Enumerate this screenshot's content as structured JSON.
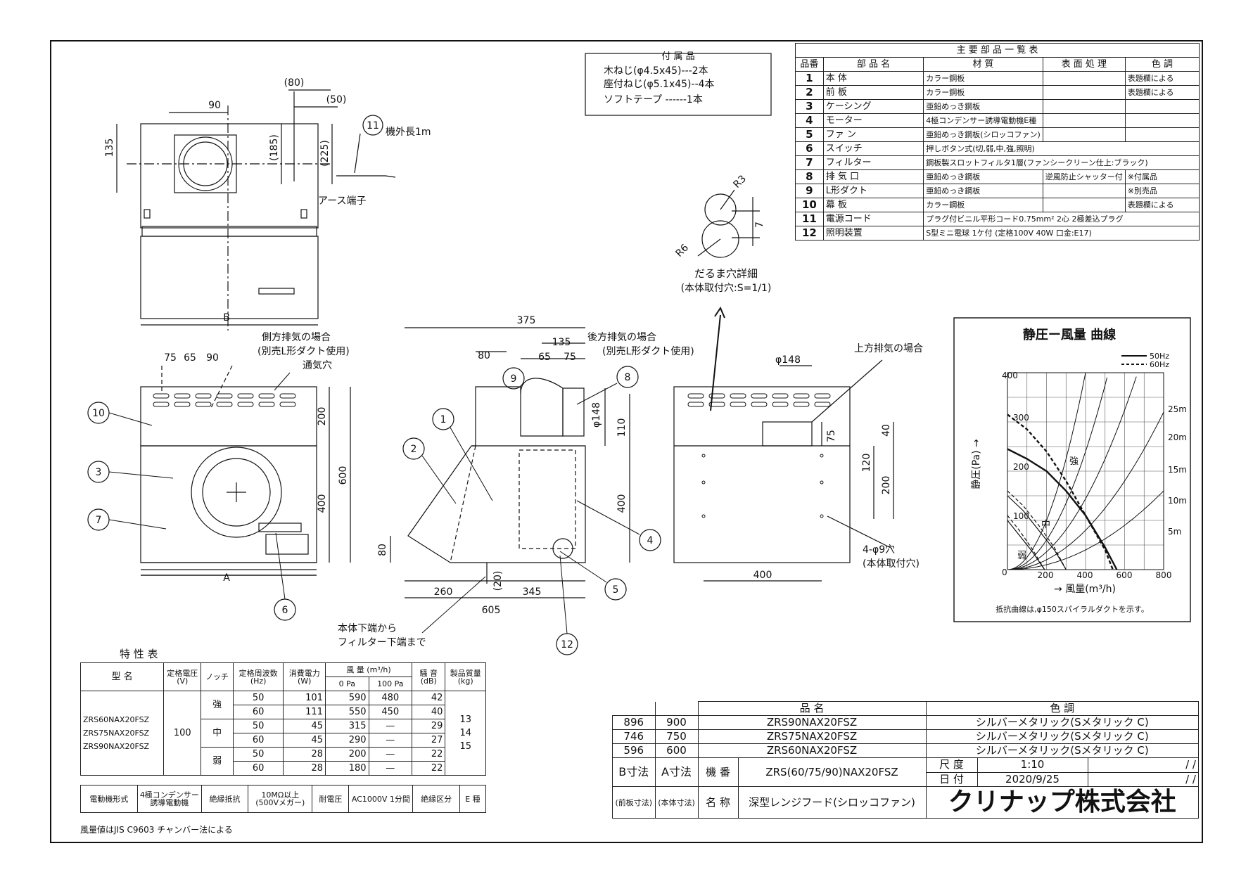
{
  "accessories": {
    "title": "付 属 品",
    "items": [
      "木ねじ(φ4.5x45)---2本",
      "座付ねじ(φ5.1x45)--4本",
      "ソフトテープ ------1本"
    ]
  },
  "parts_table": {
    "title": "主 要 部 品 一 覧 表",
    "headers": [
      "品番",
      "部 品 名",
      "材 質",
      "表 面 処 理",
      "色 調"
    ],
    "rows": [
      {
        "no": "1",
        "name": "本 体",
        "material": "カラー鋼板",
        "treatment": "",
        "color": "表題欄による"
      },
      {
        "no": "2",
        "name": "前 板",
        "material": "カラー鋼板",
        "treatment": "",
        "color": "表題欄による"
      },
      {
        "no": "3",
        "name": "ケーシング",
        "material": "亜鉛めっき鋼板",
        "treatment": "",
        "color": ""
      },
      {
        "no": "4",
        "name": "モーター",
        "material": "4極コンデンサー誘導電動機E種",
        "treatment": "",
        "color": ""
      },
      {
        "no": "5",
        "name": "ファ ン",
        "material": "亜鉛めっき鋼板(シロッコファン)",
        "treatment": "",
        "color": ""
      },
      {
        "no": "6",
        "name": "スイッチ",
        "material": "押しボタン式(切,弱,中,強,照明)",
        "treatment": "",
        "color": ""
      },
      {
        "no": "7",
        "name": "フィルター",
        "material": "鋼板製スロットフィルタ1層(ファンシークリーン仕上:ブラック)",
        "treatment": "",
        "color": ""
      },
      {
        "no": "8",
        "name": "排 気 口",
        "material": "亜鉛めっき鋼板",
        "treatment": "逆風防止シャッター付",
        "color": "※付属品"
      },
      {
        "no": "9",
        "name": "L形ダクト",
        "material": "亜鉛めっき鋼板",
        "treatment": "",
        "color": "※別売品"
      },
      {
        "no": "10",
        "name": "幕 板",
        "material": "カラー鋼板",
        "treatment": "",
        "color": "表題欄による"
      },
      {
        "no": "11",
        "name": "電源コード",
        "material": "プラグ付ビニル平形コード0.75mm² 2心 2極差込プラグ",
        "treatment": "",
        "color": ""
      },
      {
        "no": "12",
        "name": "照明装置",
        "material": "S型ミニ電球 1ケ付 (定格100V 40W 口金:E17)",
        "treatment": "",
        "color": ""
      }
    ]
  },
  "top_view": {
    "dims": [
      "(80)",
      "90",
      "(50)",
      "135",
      "(185)",
      "(225)",
      "B"
    ],
    "labels": {
      "cord_no": "11",
      "cord": "機外長1m",
      "earth": "アース端子"
    }
  },
  "front_view": {
    "dims": [
      "75",
      "65",
      "90",
      "200",
      "600",
      "400",
      "A"
    ],
    "labels": {
      "side_exhaust": "側方排気の場合",
      "side_duct": "(別売L形ダクト使用)",
      "vent": "通気穴"
    },
    "balloons": [
      "10",
      "3",
      "7",
      "6"
    ]
  },
  "side_view": {
    "dims": [
      "375",
      "80",
      "135",
      "65",
      "75",
      "φ148",
      "110",
      "400",
      "80",
      "(20)",
      "260",
      "345",
      "605"
    ],
    "labels": {
      "rear_exhaust": "後方排気の場合",
      "rear_duct": "(別売L形ダクト使用)",
      "filter_note_1": "本体下端から",
      "filter_note_2": "フィルター下端まで"
    },
    "balloons": [
      "9",
      "8",
      "1",
      "2",
      "4",
      "5",
      "12"
    ]
  },
  "back_view": {
    "dims": [
      "φ148",
      "75",
      "40",
      "120",
      "200",
      "400"
    ],
    "labels": {
      "up_exhaust": "上方排気の場合",
      "holes": "4-φ9穴",
      "holes_note": "(本体取付穴)"
    }
  },
  "daruma_detail": {
    "dims": [
      "R3",
      "R6",
      "7"
    ],
    "title": "だるま穴詳細",
    "subtitle": "(本体取付穴:S=1/1)"
  },
  "chart_data": {
    "type": "line",
    "title": "静圧ー風量 曲線",
    "xlabel": "→ 風量(m³/h)",
    "ylabel": "静圧(Pa) →",
    "x_ticks": [
      "0",
      "200",
      "400",
      "600",
      "800"
    ],
    "y_ticks": [
      "100",
      "200",
      "300",
      "400"
    ],
    "xlim": [
      0,
      800
    ],
    "ylim": [
      0,
      400
    ],
    "grid": true,
    "legend": [
      "50Hz",
      "60Hz"
    ],
    "series": [
      {
        "name": "50Hz",
        "notch": "強",
        "points": [
          [
            0,
            245
          ],
          [
            100,
            225
          ],
          [
            200,
            200
          ],
          [
            300,
            160
          ],
          [
            400,
            110
          ],
          [
            500,
            45
          ],
          [
            560,
            0
          ]
        ]
      },
      {
        "name": "60Hz",
        "notch": "強",
        "points": [
          [
            0,
            315
          ],
          [
            100,
            285
          ],
          [
            200,
            240
          ],
          [
            300,
            180
          ],
          [
            400,
            110
          ],
          [
            500,
            40
          ],
          [
            540,
            0
          ]
        ]
      },
      {
        "name": "50Hz",
        "notch": "中",
        "points": [
          [
            0,
            150
          ],
          [
            80,
            120
          ],
          [
            160,
            80
          ],
          [
            240,
            40
          ],
          [
            300,
            0
          ]
        ]
      },
      {
        "name": "60Hz",
        "notch": "中",
        "points": [
          [
            0,
            160
          ],
          [
            80,
            130
          ],
          [
            160,
            90
          ],
          [
            240,
            45
          ],
          [
            300,
            0
          ]
        ]
      },
      {
        "name": "50Hz",
        "notch": "弱",
        "points": [
          [
            0,
            100
          ],
          [
            60,
            70
          ],
          [
            130,
            35
          ],
          [
            190,
            0
          ]
        ]
      },
      {
        "name": "60Hz",
        "notch": "弱",
        "points": [
          [
            0,
            110
          ],
          [
            60,
            80
          ],
          [
            130,
            40
          ],
          [
            190,
            0
          ]
        ]
      }
    ],
    "resistance_curves": [
      "25m",
      "20m",
      "15m",
      "10m",
      "5m"
    ],
    "notch_labels": [
      "強",
      "中",
      "弱"
    ],
    "note": "抵抗曲線は,φ150スパイラルダクトを示す。"
  },
  "spec_table": {
    "title": "特 性 表",
    "headers": [
      "型 名",
      "定格電圧(V)",
      "ノッチ",
      "定格周波数(Hz)",
      "消費電力(W)",
      "風 量 (m³/h)",
      "騒 音(dB)",
      "製品質量(kg)"
    ],
    "sub_headers": [
      "0 Pa",
      "100 Pa"
    ],
    "models": [
      "ZRS60NAX20FSZ",
      "ZRS75NAX20FSZ",
      "ZRS90NAX20FSZ"
    ],
    "voltage": "100",
    "weights": [
      "13",
      "14",
      "15"
    ],
    "rows": [
      {
        "notch": "強",
        "hz": "50",
        "w": "101",
        "q0": "590",
        "q100": "480",
        "db": "42"
      },
      {
        "notch": "",
        "hz": "60",
        "w": "111",
        "q0": "550",
        "q100": "450",
        "db": "40"
      },
      {
        "notch": "中",
        "hz": "50",
        "w": "45",
        "q0": "315",
        "q100": "—",
        "db": "29"
      },
      {
        "notch": "",
        "hz": "60",
        "w": "45",
        "q0": "290",
        "q100": "—",
        "db": "27"
      },
      {
        "notch": "弱",
        "hz": "50",
        "w": "28",
        "q0": "200",
        "q100": "—",
        "db": "22"
      },
      {
        "notch": "",
        "hz": "60",
        "w": "28",
        "q0": "180",
        "q100": "—",
        "db": "22"
      }
    ],
    "bottom": {
      "motor_label": "電動機形式",
      "motor_value": "4極コンデンサー誘導電動機",
      "insulation_label": "絶縁抵抗",
      "insulation_value": "10MΩ以上(500Vメガー)",
      "withstand_label": "耐電圧",
      "withstand_value": "AC1000V 1分間",
      "class_label": "絶縁区分",
      "class_value": "E 種"
    },
    "note": "風量値はJIS C9603 チャンバー法による"
  },
  "title_block": {
    "header_product": "品 名",
    "header_color": "色 調",
    "rows": [
      {
        "b": "896",
        "a": "900",
        "model": "ZRS90NAX20FSZ",
        "color": "シルバーメタリック(Sメタリック C)"
      },
      {
        "b": "746",
        "a": "750",
        "model": "ZRS75NAX20FSZ",
        "color": "シルバーメタリック(Sメタリック C)"
      },
      {
        "b": "596",
        "a": "600",
        "model": "ZRS60NAX20FSZ",
        "color": "シルバーメタリック(Sメタリック C)"
      }
    ],
    "b_label": "B寸法",
    "a_label": "A寸法",
    "b_sub": "(前板寸法)",
    "a_sub": "(本体寸法)",
    "model_label": "機 番",
    "model_value": "ZRS(60/75/90)NAX20FSZ",
    "name_label": "名 称",
    "name_value": "深型レンジフード(シロッコファン)",
    "scale_label": "尺 度",
    "scale_value": "1:10",
    "date_label": "日 付",
    "date_value": "2020/9/25",
    "blank": "/ /",
    "company": "クリナップ株式会社"
  }
}
